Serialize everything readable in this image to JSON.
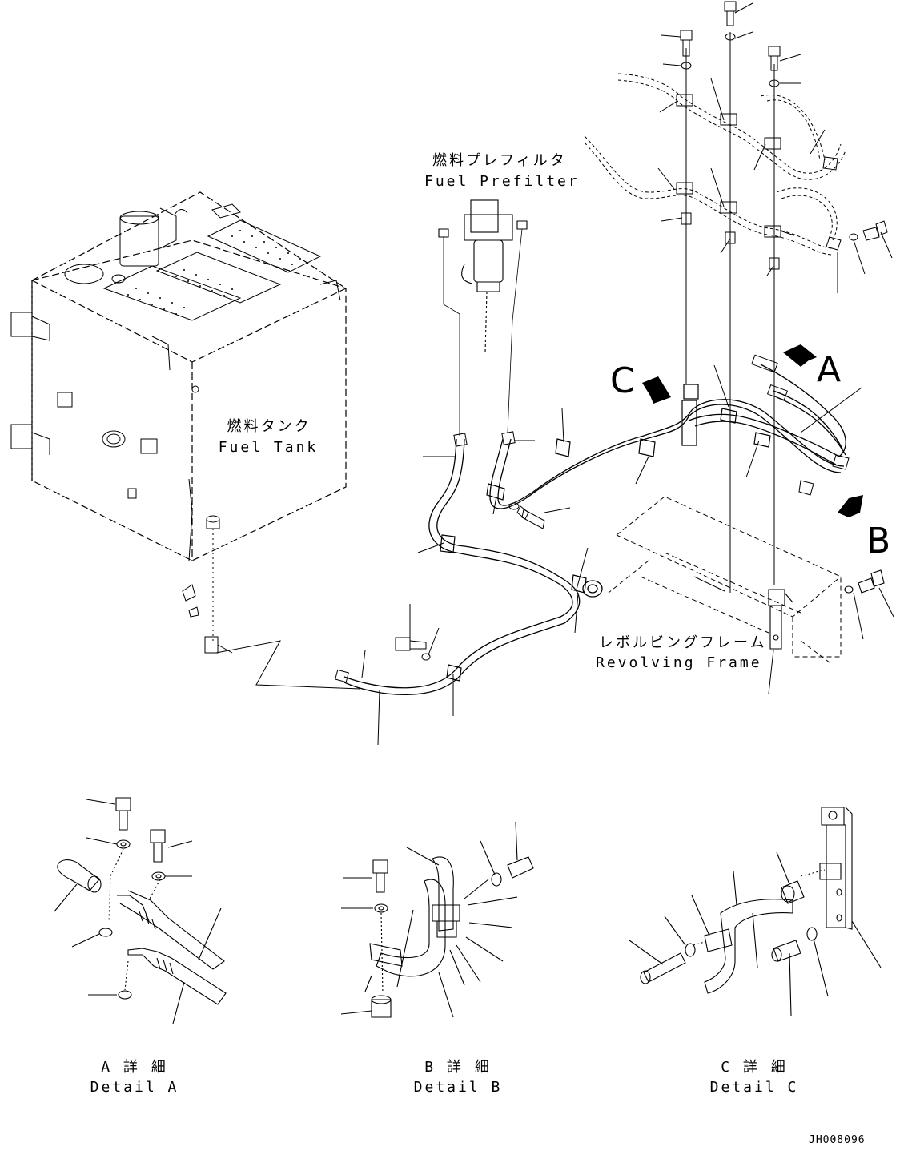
{
  "labels": {
    "fuel_prefilter_jp": "燃料プレフィルタ",
    "fuel_prefilter_en": "Fuel Prefilter",
    "fuel_tank_jp": "燃料タンク",
    "fuel_tank_en": "Fuel Tank",
    "revolving_frame_jp": "レボルビングフレーム",
    "revolving_frame_en": "Revolving Frame",
    "view_a": "A",
    "view_b": "B",
    "view_c": "C",
    "detail_a_jp": "A 詳 細",
    "detail_a_en": "Detail A",
    "detail_b_jp": "B 詳 細",
    "detail_b_en": "Detail B",
    "detail_c_jp": "C 詳 細",
    "detail_c_en": "Detail C",
    "drawing_code": "JH008096"
  },
  "colors": {
    "line": "#000000",
    "background": "#ffffff"
  }
}
